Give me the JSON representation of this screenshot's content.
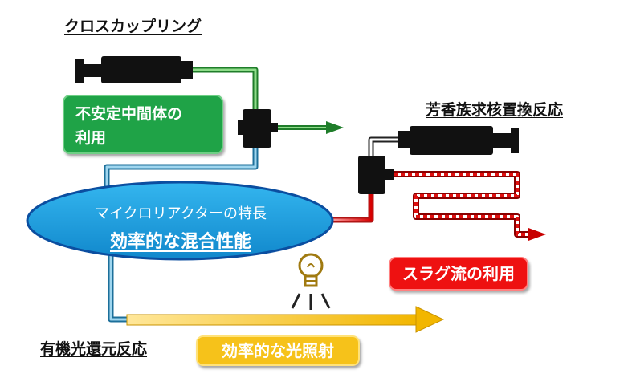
{
  "titles": {
    "cross_coupling": "クロスカップリング",
    "aromatic_substitution": "芳香族求核置換反応",
    "photoreduction": "有機光還元反応"
  },
  "boxes": {
    "unstable_intermediate_line1": "不安定中間体の",
    "unstable_intermediate_line2": "利用",
    "slug_flow": "スラグ流の利用",
    "efficient_irradiation": "効率的な光照射"
  },
  "center": {
    "line1": "マイクロリアクターの特長",
    "line2": "効率的な混合性能"
  },
  "colors": {
    "green": "#1fa347",
    "red": "#ee1111",
    "yellow": "#f6c21a",
    "blue_fill": "#1aa0e0",
    "blue_stroke": "#0b4ea0"
  }
}
